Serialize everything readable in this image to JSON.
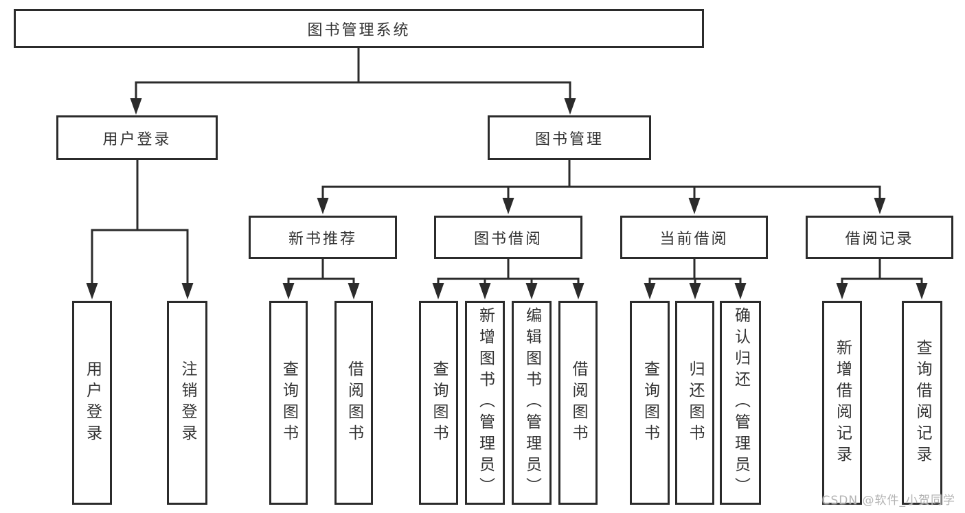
{
  "diagram": {
    "root": "图书管理系统",
    "branches": [
      {
        "label": "用户登录",
        "children": [
          "用户登录",
          "注销登录"
        ]
      },
      {
        "label": "图书管理",
        "sections": [
          {
            "label": "新书推荐",
            "children": [
              "查询图书",
              "借阅图书"
            ]
          },
          {
            "label": "图书借阅",
            "children": [
              "查询图书",
              "新增图书（管理员）",
              "编辑图书（管理员）",
              "借阅图书"
            ]
          },
          {
            "label": "当前借阅",
            "children": [
              "查询图书",
              "归还图书",
              "确认归还（管理员）"
            ]
          },
          {
            "label": "借阅记录",
            "children": [
              "新增借阅记录",
              "查询借阅记录"
            ]
          }
        ]
      }
    ]
  },
  "watermark": "CSDN @软件_小贺同学",
  "colors": {
    "line": "#2b2b2b",
    "box_border": "#2b2b2b",
    "text": "#333333",
    "watermark": "#afafaf",
    "background": "#ffffff"
  }
}
